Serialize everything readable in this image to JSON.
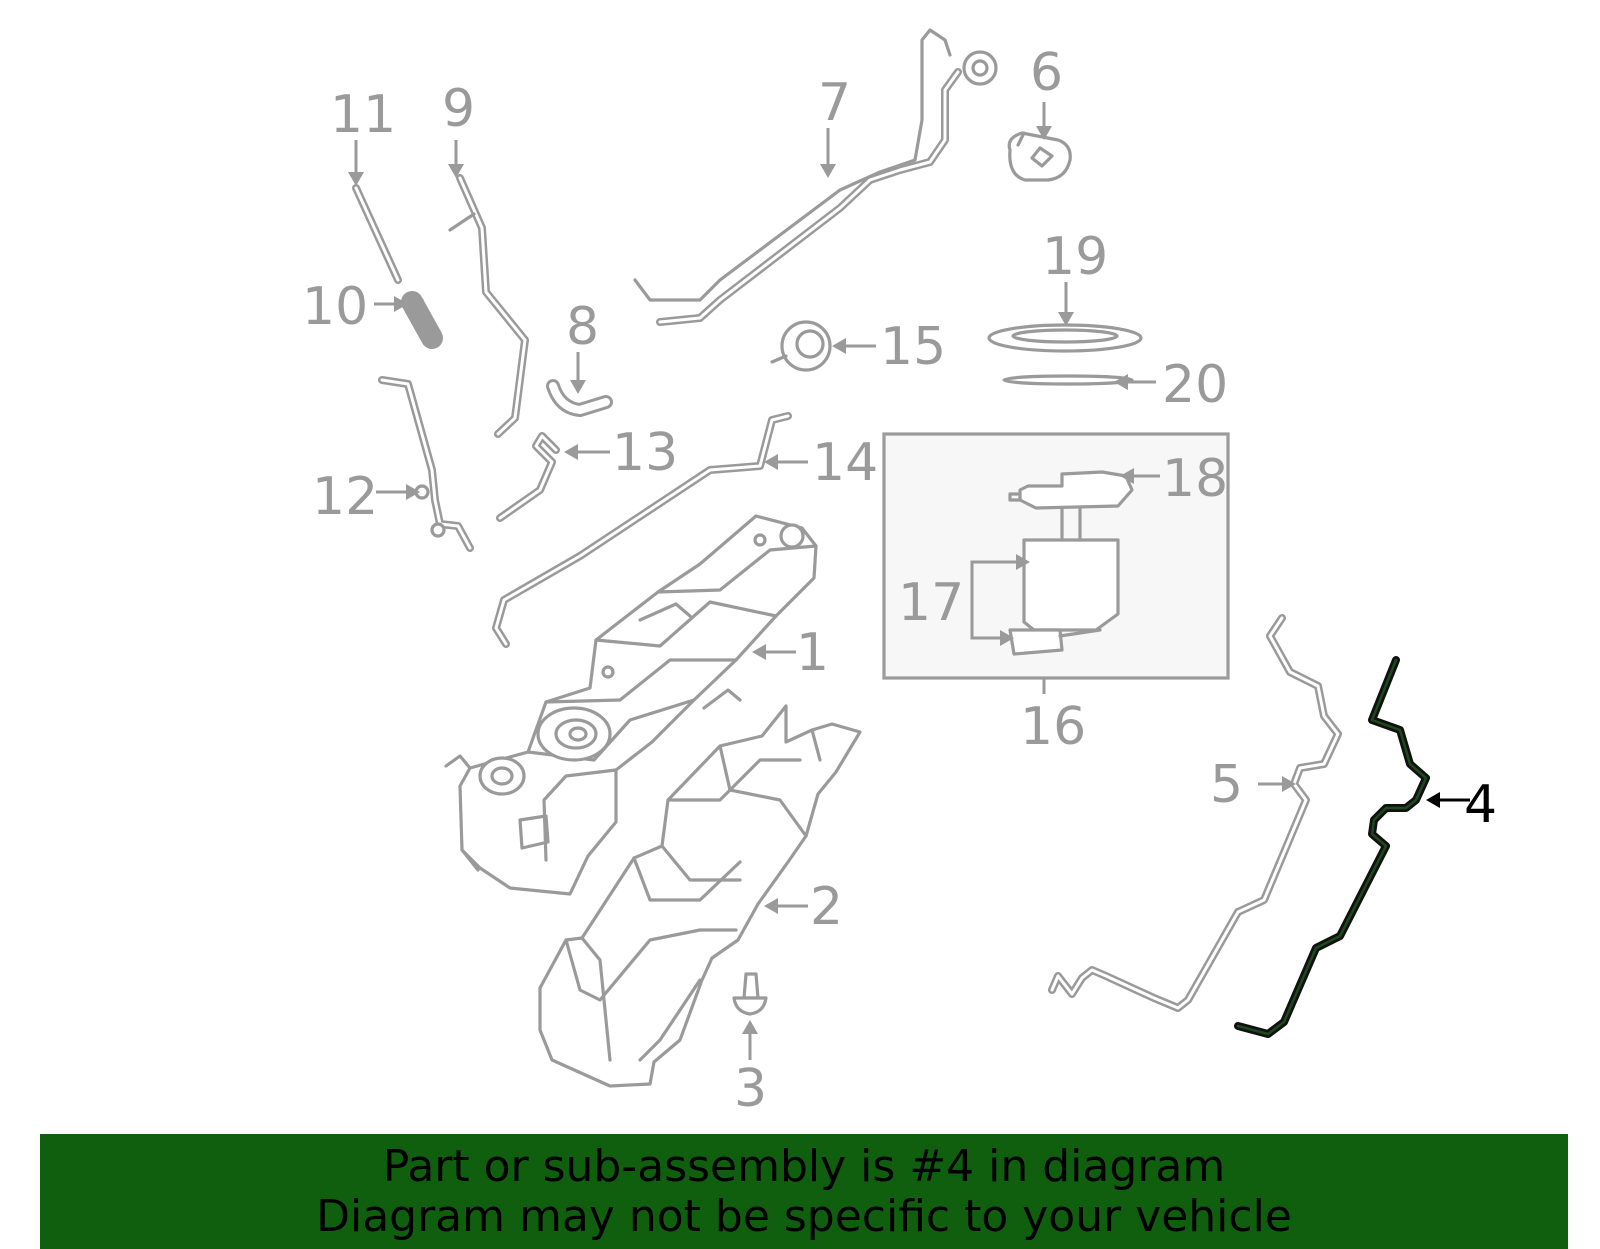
{
  "diagram": {
    "callouts": [
      "1",
      "2",
      "3",
      "4",
      "5",
      "6",
      "7",
      "8",
      "9",
      "10",
      "11",
      "12",
      "13",
      "14",
      "15",
      "16",
      "17",
      "18",
      "19",
      "20"
    ],
    "highlighted_part": "4",
    "colors": {
      "part_stroke": "#9a9a9a",
      "highlight_stroke": "#111111",
      "inset_background": "#f7f7f7",
      "banner": "#0f5f0f"
    }
  },
  "footer": {
    "line1": "Part or sub-assembly is #4 in diagram",
    "line2": "Diagram may not be specific to your vehicle"
  }
}
